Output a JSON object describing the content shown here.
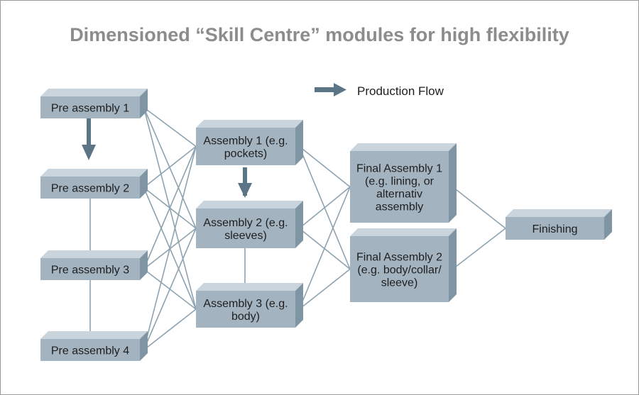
{
  "title": "Dimensioned “Skill Centre” modules for high flexibility",
  "legend": {
    "label": "Production Flow",
    "icon": "arrow-right-icon"
  },
  "colors": {
    "box_front": "#a3b4c0",
    "box_top": "#c9d4dc",
    "box_side": "#7f95a4",
    "connector": "#8ea3b1",
    "arrow": "#5b7486",
    "title": "#8c8c8c"
  },
  "modules": {
    "pre1": {
      "lines": [
        "Pre assembly 1"
      ]
    },
    "pre2": {
      "lines": [
        "Pre assembly 2"
      ]
    },
    "pre3": {
      "lines": [
        "Pre assembly 3"
      ]
    },
    "pre4": {
      "lines": [
        "Pre assembly 4"
      ]
    },
    "asm1": {
      "lines": [
        "Assembly 1 (e.g.",
        "pockets)"
      ]
    },
    "asm2": {
      "lines": [
        "Assembly 2 (e.g.",
        "sleeves)"
      ]
    },
    "asm3": {
      "lines": [
        "Assembly 3 (e.g.",
        "body)"
      ]
    },
    "fin1": {
      "lines": [
        "Final Assembly 1",
        "(e.g. lining, or",
        "alternativ",
        "assembly"
      ]
    },
    "fin2": {
      "lines": [
        "Final Assembly 2",
        "(e.g. body/collar/",
        "sleeve)"
      ]
    },
    "finishing": {
      "lines": [
        "Finishing"
      ]
    }
  }
}
